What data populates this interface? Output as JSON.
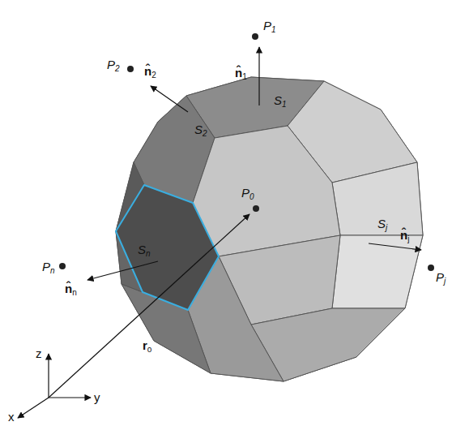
{
  "diagram": {
    "labels": [
      "P1",
      "n̂1",
      "S1",
      "P2",
      "n̂2",
      "S2",
      "P0",
      "Sn",
      "n̂n",
      "Pn",
      "Sj",
      "n̂j",
      "Pj",
      "ro",
      "z",
      "y",
      "x"
    ]
  }
}
